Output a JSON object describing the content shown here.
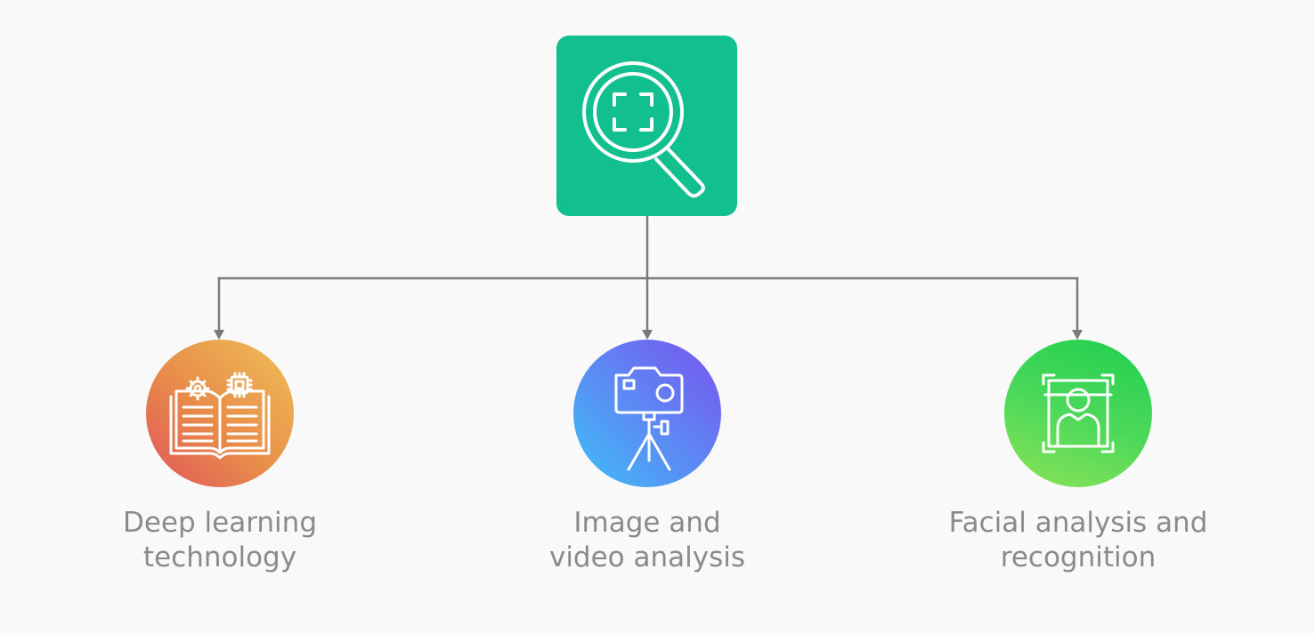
{
  "colors": {
    "root_fill": "#12bf8e",
    "connector": "#7a7a7a",
    "label_text": "#8a8a8a",
    "background": "#f9f9fa"
  },
  "root": {
    "icon": "magnifier-scan-icon"
  },
  "nodes": [
    {
      "icon": "book-gear-chip-icon",
      "label_line1": "Deep learning",
      "label_line2": "technology",
      "gradient": [
        "#e0555a",
        "#e88c4a",
        "#eec055"
      ]
    },
    {
      "icon": "camera-tripod-icon",
      "label_line1": "Image and",
      "label_line2": "video analysis",
      "gradient": [
        "#3ec0f6",
        "#5a8df4",
        "#7a52ee"
      ]
    },
    {
      "icon": "face-scan-icon",
      "label_line1": "Facial analysis and",
      "label_line2": "recognition",
      "gradient": [
        "#1fcf4e",
        "#4bd85a",
        "#8be357"
      ]
    }
  ]
}
